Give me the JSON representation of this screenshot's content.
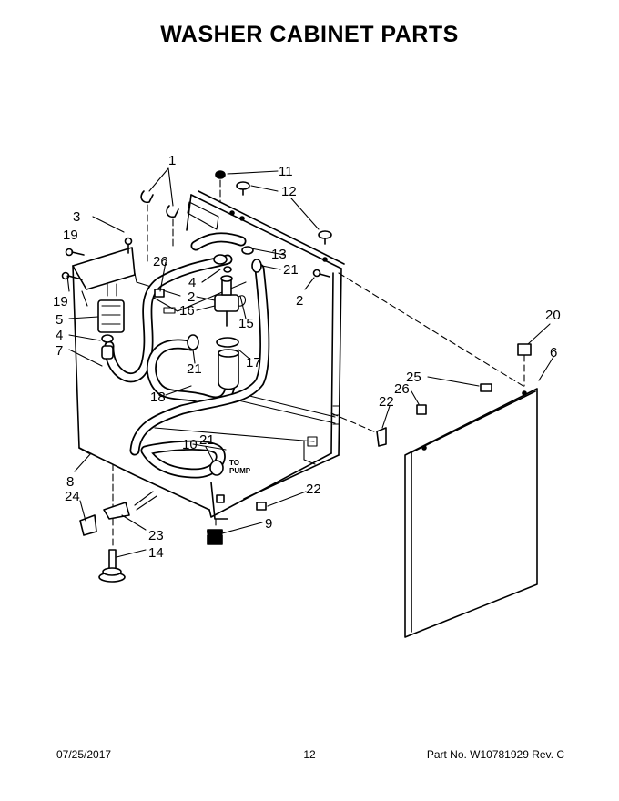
{
  "title": "WASHER CABINET PARTS",
  "footer": {
    "date": "07/25/2017",
    "page": "12",
    "part_number": "Part No.  W10781929  Rev.  C"
  },
  "annotations": {
    "to_pump": [
      "TO",
      "PUMP"
    ]
  },
  "callouts": {
    "c1": "1",
    "c2a": "2",
    "c2b": "2",
    "c3": "3",
    "c4a": "4",
    "c4b": "4",
    "c5": "5",
    "c6": "6",
    "c7": "7",
    "c8": "8",
    "c9": "9",
    "c10": "10",
    "c11": "11",
    "c12": "12",
    "c13": "13",
    "c14": "14",
    "c15": "15",
    "c16": "16",
    "c17": "17",
    "c18": "18",
    "c19a": "19",
    "c19b": "19",
    "c20": "20",
    "c21a": "21",
    "c21b": "21",
    "c21c": "21",
    "c22a": "22",
    "c22b": "22",
    "c23": "23",
    "c24": "24",
    "c25": "25",
    "c26a": "26",
    "c26b": "26"
  }
}
